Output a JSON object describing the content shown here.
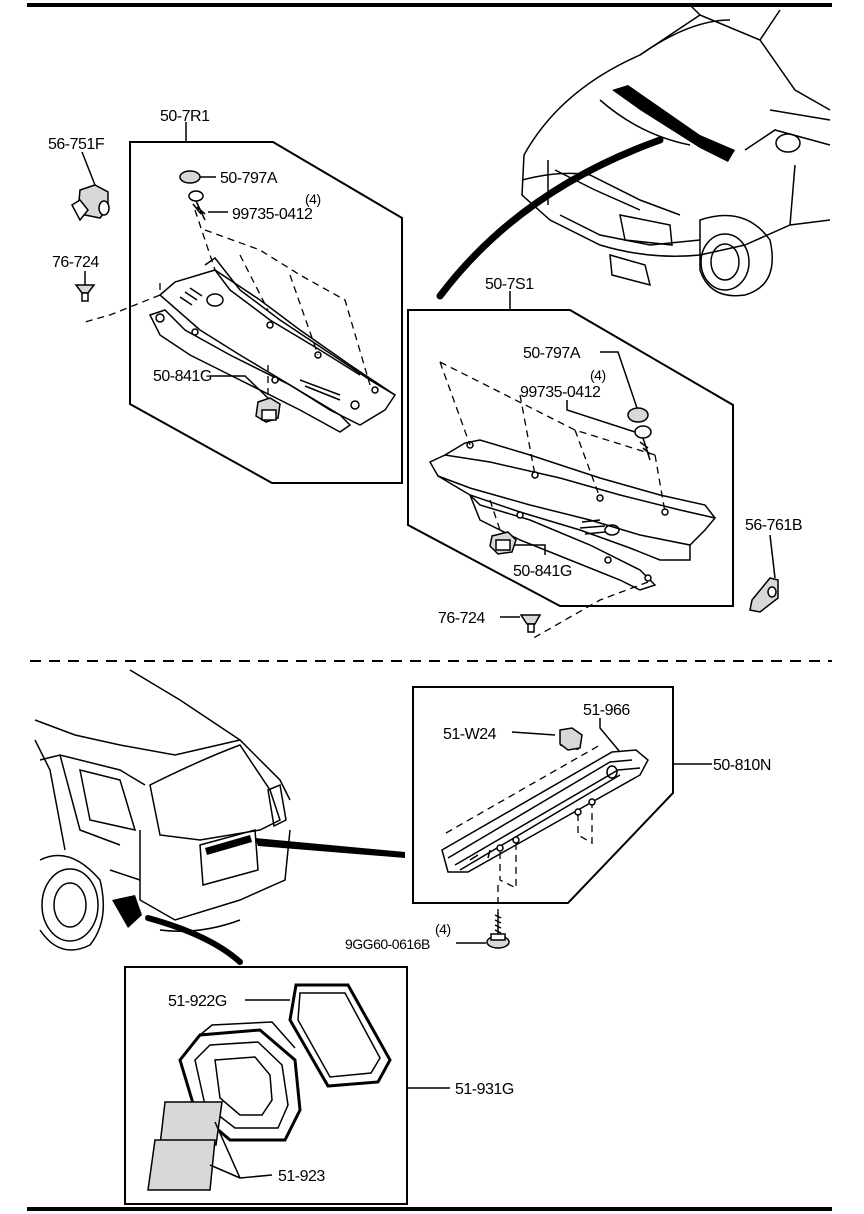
{
  "labels": {
    "c507r1": "50-7R1",
    "c56751f": "56-751F",
    "c50797a_left": "50-797A",
    "qty_left": "(4)",
    "c997350412_left": "99735-0412",
    "c76724_left": "76-724",
    "c50841g_left": "50-841G",
    "c507s1": "50-7S1",
    "c50797a_right": "50-797A",
    "qty_right": "(4)",
    "c997350412_right": "99735-0412",
    "c56761b": "56-761B",
    "c50841g_right": "50-841G",
    "c76724_right": "76-724",
    "c51w24": "51-W24",
    "c51966": "51-966",
    "c50810n": "50-810N",
    "qty_bolt": "(4)",
    "c9gg600616b": "9GG60-0616B",
    "c51922g": "51-922G",
    "c51931g": "51-931G",
    "c51923": "51-923"
  }
}
